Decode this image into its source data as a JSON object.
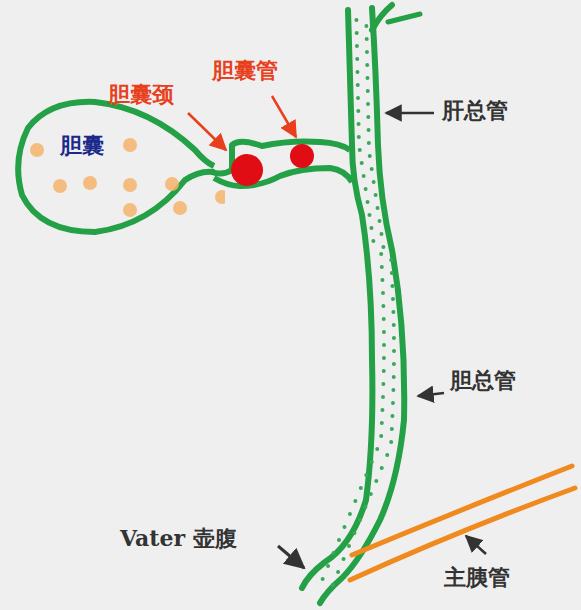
{
  "diagram": {
    "nodes": [
      {
        "text": [
          "胆囊"
        ]
      }
    ],
    "labels": [
      "胆囊颈",
      "胆囊管",
      "肝总管",
      "胆总管",
      "Vater 壶腹",
      "主胰管"
    ]
  }
}
